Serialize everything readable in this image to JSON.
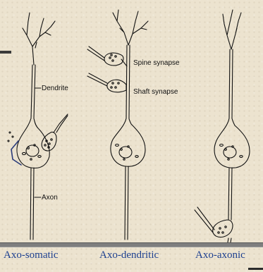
{
  "labels": {
    "dendrite": "Dendrite",
    "axon": "Axon",
    "spine_synapse": "Spine synapse",
    "shaft_synapse": "Shaft synapse"
  },
  "captions": [
    "Axo-somatic",
    "Axo-dendritic",
    "Axo-axonic"
  ],
  "colors": {
    "background": "#ece3cf",
    "caption_text": "#1c3f8f",
    "divider": "#7e7e7e",
    "ink": "#111111"
  }
}
